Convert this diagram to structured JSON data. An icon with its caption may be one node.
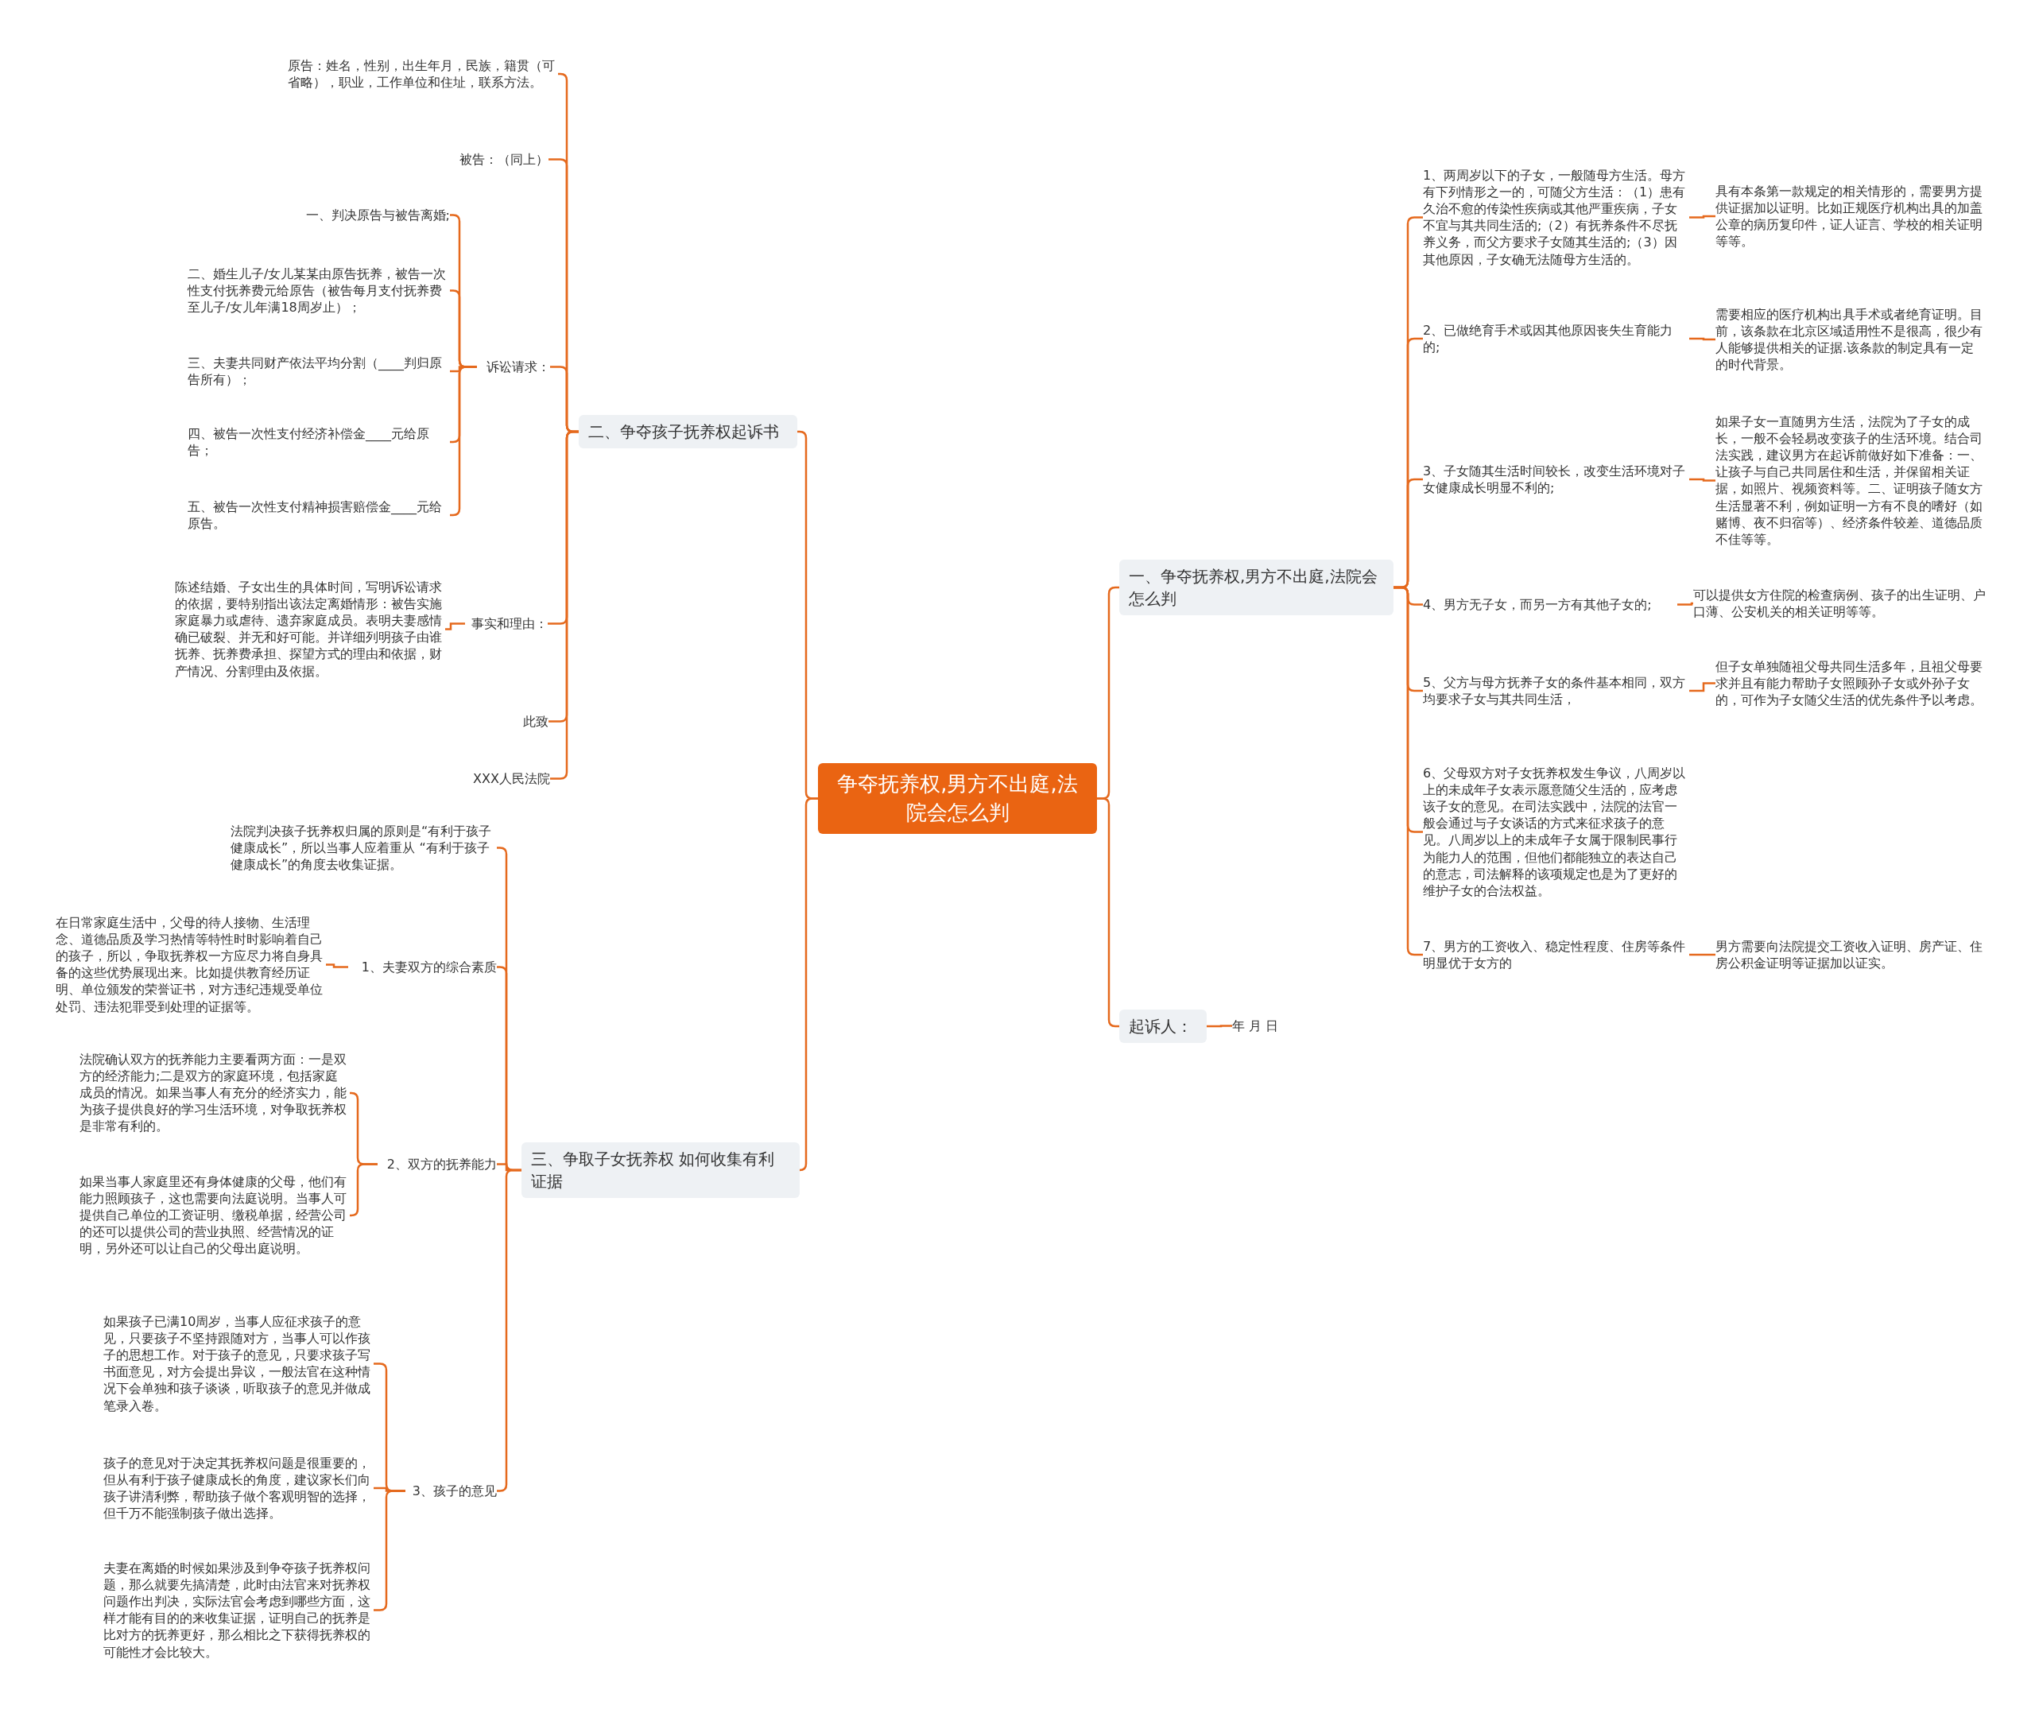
{
  "diagram": {
    "nodes": [
      {
        "text": [
          "争夺抚养权,男方不出庭,法院会怎么判"
        ]
      },
      {
        "text": [
          "二、争夺孩子抚养权起诉书"
        ]
      },
      {
        "text": [
          "原告：姓名，性别，出生年月，民族，籍贯（可省略），职业，工作单位和住址，联系方法。"
        ]
      },
      {
        "text": [
          "被告：（同上）"
        ]
      },
      {
        "text": [
          "诉讼请求："
        ]
      },
      {
        "text": [
          "一、判决原告与被告离婚;"
        ]
      },
      {
        "text": [
          "二、婚生儿子/女儿某某由原告抚养，被告一次性支付抚养费元给原告（被告每月支付抚养费至儿子/女儿年满18周岁止）；"
        ]
      },
      {
        "text": [
          "三、夫妻共同财产依法平均分割（____判归原告所有）；"
        ]
      },
      {
        "text": [
          "四、被告一次性支付经济补偿金____元给原告；"
        ]
      },
      {
        "text": [
          "五、被告一次性支付精神损害赔偿金____元给原告。"
        ]
      },
      {
        "text": [
          "事实和理由："
        ]
      },
      {
        "text": [
          "陈述结婚、子女出生的具体时间，写明诉讼请求的依据，要特别指出该法定离婚情形：被告实施家庭暴力或虐待、遗弃家庭成员。表明夫妻感情确已破裂、并无和好可能。并详细列明孩子由谁抚养、抚养费承担、探望方式的理由和依据，财产情况、分割理由及依据。"
        ]
      },
      {
        "text": [
          "此致"
        ]
      },
      {
        "text": [
          "XXX人民法院"
        ]
      },
      {
        "text": [
          "三、争取子女抚养权 如何收集有利证据"
        ]
      },
      {
        "text": [
          "法院判决孩子抚养权归属的原则是“有利于孩子健康成长”，所以当事人应着重从 “有利于孩子健康成长”的角度去收集证据。"
        ]
      },
      {
        "text": [
          "1、夫妻双方的综合素质"
        ]
      },
      {
        "text": [
          "在日常家庭生活中，父母的待人接物、生活理念、道德品质及学习热情等特性时时影响着自己的孩子，所以，争取抚养权一方应尽力将自身具备的这些优势展现出来。比如提供教育经历证明、单位颁发的荣誉证书，对方违纪违规受单位处罚、违法犯罪受到处理的证据等。"
        ]
      },
      {
        "text": [
          "2、双方的抚养能力"
        ]
      },
      {
        "text": [
          "法院确认双方的抚养能力主要看两方面：一是双方的经济能力;二是双方的家庭环境，包括家庭成员的情况。如果当事人有充分的经济实力，能为孩子提供良好的学习生活环境，对争取抚养权是非常有利的。"
        ]
      },
      {
        "text": [
          "如果当事人家庭里还有身体健康的父母，他们有能力照顾孩子，这也需要向法庭说明。当事人可提供自己单位的工资证明、缴税单据，经营公司的还可以提供公司的营业执照、经营情况的证明，另外还可以让自己的父母出庭说明。"
        ]
      },
      {
        "text": [
          "3、孩子的意见"
        ]
      },
      {
        "text": [
          "如果孩子已满10周岁，当事人应征求孩子的意见，只要孩子不坚持跟随对方，当事人可以作孩子的思想工作。对于孩子的意见，只要求孩子写书面意见，对方会提出异议，一般法官在这种情况下会单独和孩子谈谈，听取孩子的意见并做成笔录入卷。"
        ]
      },
      {
        "text": [
          "孩子的意见对于决定其抚养权问题是很重要的，但从有利于孩子健康成长的角度，建议家长们向孩子讲清利弊，帮助孩子做个客观明智的选择，但千万不能强制孩子做出选择。"
        ]
      },
      {
        "text": [
          "夫妻在离婚的时候如果涉及到争夺孩子抚养权问题，那么就要先搞清楚，此时由法官来对抚养权问题作出判决，实际法官会考虑到哪些方面，这样才能有目的的来收集证据，证明自己的抚养是比对方的抚养更好，那么相比之下获得抚养权的可能性才会比较大。"
        ]
      },
      {
        "text": [
          "一、争夺抚养权,男方不出庭,法院会怎么判"
        ]
      },
      {
        "text": [
          "1、两周岁以下的子女，一般随母方生活。母方有下列情形之一的，可随父方生活：（1）患有久治不愈的传染性疾病或其他严重疾病，子女不宜与其共同生活的;（2）有抚养条件不尽抚养义务，而父方要求子女随其生活的;（3）因其他原因，子女确无法随母方生活的。"
        ]
      },
      {
        "text": [
          "具有本条第一款规定的相关情形的，需要男方提供证据加以证明。比如正规医疗机构出具的加盖公章的病历复印件，证人证言、学校的相关证明等等。"
        ]
      },
      {
        "text": [
          "2、已做绝育手术或因其他原因丧失生育能力的;"
        ]
      },
      {
        "text": [
          "需要相应的医疗机构出具手术或者绝育证明。目前，该条款在北京区域适用性不是很高，很少有人能够提供相关的证据.该条款的制定具有一定的时代背景。"
        ]
      },
      {
        "text": [
          "3、子女随其生活时间较长，改变生活环境对子女健康成长明显不利的;"
        ]
      },
      {
        "text": [
          "如果子女一直随男方生活，法院为了子女的成长，一般不会轻易改变孩子的生活环境。结合司法实践，建议男方在起诉前做好如下准备：一、让孩子与自己共同居住和生活，并保留相关证据，如照片、视频资料等。二、证明孩子随女方生活显著不利，例如证明一方有不良的嗜好（如赌博、夜不归宿等）、经济条件较差、道德品质不佳等等。"
        ]
      },
      {
        "text": [
          "4、男方无子女，而另一方有其他子女的;"
        ]
      },
      {
        "text": [
          "可以提供女方住院的检查病例、孩子的出生证明、户口薄、公安机关的相关证明等等。"
        ]
      },
      {
        "text": [
          "5、父方与母方抚养子女的条件基本相同，双方均要求子女与其共同生活，"
        ]
      },
      {
        "text": [
          "但子女单独随祖父母共同生活多年，且祖父母要求并且有能力帮助子女照顾孙子女或外孙子女的，可作为子女随父生活的优先条件予以考虑。"
        ]
      },
      {
        "text": [
          "6、父母双方对子女抚养权发生争议，八周岁以上的未成年子女表示愿意随父生活的，应考虑该子女的意见。在司法实践中，法院的法官一般会通过与子女谈话的方式来征求孩子的意见。八周岁以上的未成年子女属于限制民事行为能力人的范围，但他们都能独立的表达自己的意志，司法解释的该项规定也是为了更好的维护子女的合法权益。"
        ]
      },
      {
        "text": [
          "7、男方的工资收入、稳定性程度、住房等条件明显优于女方的"
        ]
      },
      {
        "text": [
          "男方需要向法院提交工资收入证明、房产证、住房公积金证明等证据加以证实。"
        ]
      },
      {
        "text": [
          "起诉人："
        ]
      },
      {
        "text": [
          "年 月 日"
        ]
      }
    ],
    "edges": [
      {
        "from": 0,
        "to": 1,
        "arrow": "none"
      },
      {
        "from": 1,
        "to": 2,
        "arrow": "none"
      },
      {
        "from": 1,
        "to": 3,
        "arrow": "none"
      },
      {
        "from": 1,
        "to": 4,
        "arrow": "none"
      },
      {
        "from": 4,
        "to": 5,
        "arrow": "none"
      },
      {
        "from": 4,
        "to": 6,
        "arrow": "none"
      },
      {
        "from": 4,
        "to": 7,
        "arrow": "none"
      },
      {
        "from": 4,
        "to": 8,
        "arrow": "none"
      },
      {
        "from": 4,
        "to": 9,
        "arrow": "none"
      },
      {
        "from": 1,
        "to": 10,
        "arrow": "none"
      },
      {
        "from": 10,
        "to": 11,
        "arrow": "none"
      },
      {
        "from": 1,
        "to": 12,
        "arrow": "none"
      },
      {
        "from": 1,
        "to": 13,
        "arrow": "none"
      },
      {
        "from": 0,
        "to": 14,
        "arrow": "none"
      },
      {
        "from": 14,
        "to": 15,
        "arrow": "none"
      },
      {
        "from": 14,
        "to": 16,
        "arrow": "none"
      },
      {
        "from": 16,
        "to": 17,
        "arrow": "none"
      },
      {
        "from": 14,
        "to": 18,
        "arrow": "none"
      },
      {
        "from": 18,
        "to": 19,
        "arrow": "none"
      },
      {
        "from": 18,
        "to": 20,
        "arrow": "none"
      },
      {
        "from": 14,
        "to": 21,
        "arrow": "none"
      },
      {
        "from": 21,
        "to": 22,
        "arrow": "none"
      },
      {
        "from": 21,
        "to": 23,
        "arrow": "none"
      },
      {
        "from": 21,
        "to": 24,
        "arrow": "none"
      },
      {
        "from": 0,
        "to": 25,
        "arrow": "none"
      },
      {
        "from": 25,
        "to": 26,
        "arrow": "none"
      },
      {
        "from": 26,
        "to": 27,
        "arrow": "none"
      },
      {
        "from": 25,
        "to": 28,
        "arrow": "none"
      },
      {
        "from": 28,
        "to": 29,
        "arrow": "none"
      },
      {
        "from": 25,
        "to": 30,
        "arrow": "none"
      },
      {
        "from": 30,
        "to": 31,
        "arrow": "none"
      },
      {
        "from": 25,
        "to": 32,
        "arrow": "none"
      },
      {
        "from": 32,
        "to": 33,
        "arrow": "none"
      },
      {
        "from": 25,
        "to": 34,
        "arrow": "none"
      },
      {
        "from": 34,
        "to": 35,
        "arrow": "none"
      },
      {
        "from": 25,
        "to": 36,
        "arrow": "none"
      },
      {
        "from": 25,
        "to": 37,
        "arrow": "none"
      },
      {
        "from": 37,
        "to": 38,
        "arrow": "none"
      },
      {
        "from": 0,
        "to": 39,
        "arrow": "none"
      },
      {
        "from": 39,
        "to": 40,
        "arrow": "none"
      }
    ]
  }
}
